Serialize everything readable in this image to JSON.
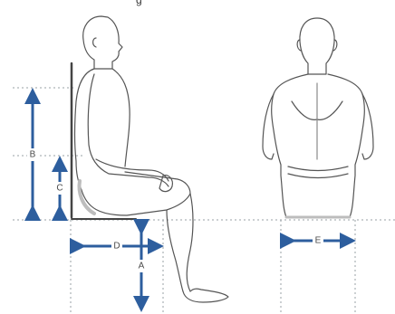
{
  "caption": "g",
  "measurements": {
    "A": "A",
    "B": "B",
    "C": "C",
    "D": "D",
    "E": "E"
  },
  "colors": {
    "arrow": "#2d5e9e",
    "guide": "#9aa0a6",
    "outline": "#555555",
    "shading": "#d8d8d8"
  }
}
